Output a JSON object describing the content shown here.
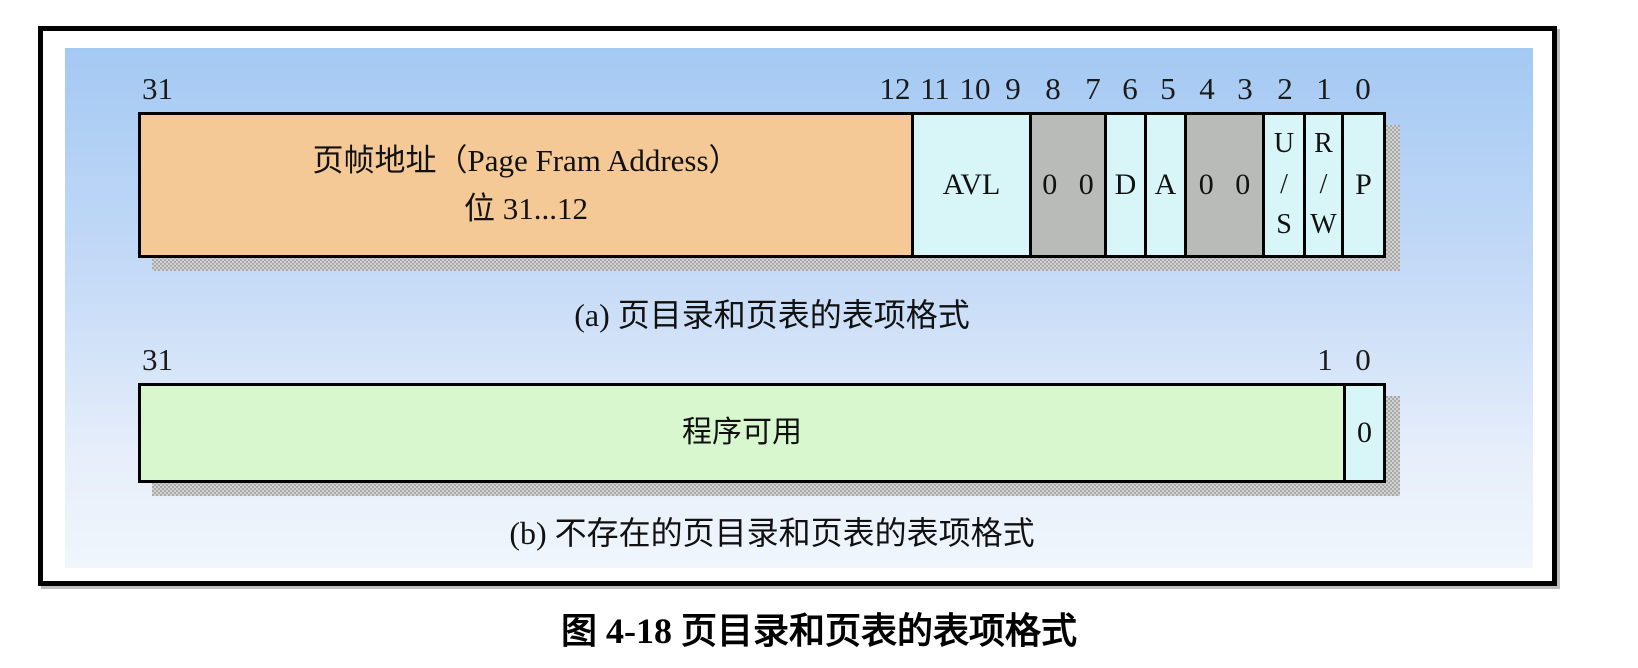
{
  "figure_title": "图 4-18 页目录和页表的表项格式",
  "colors": {
    "gradient_top": "#A4C9F3",
    "gradient_bottom": "#F0F6FC",
    "field_orange": "#F4C996",
    "field_cyan": "#D8F6F8",
    "field_gray": "#B9BBB9",
    "field_green": "#D9F7CE",
    "shadow_gray": "#BDBDBD",
    "border_black": "#000000"
  },
  "panel_a": {
    "caption": "(a) 页目录和页表的表项格式",
    "bit_labels": [
      "31",
      "12",
      "11",
      "10",
      "9",
      "8",
      "7",
      "6",
      "5",
      "4",
      "3",
      "2",
      "1",
      "0"
    ],
    "fields": [
      {
        "name": "page-frame-address",
        "bits": "31-12",
        "label": "页帧地址（Page Fram Address）\n位 31...12"
      },
      {
        "name": "avl",
        "bits": "11-9",
        "label": "AVL"
      },
      {
        "name": "reserved-8-7",
        "bits": "8-7",
        "label": "0 0"
      },
      {
        "name": "dirty",
        "bits": "6",
        "label": "D"
      },
      {
        "name": "accessed",
        "bits": "5",
        "label": "A"
      },
      {
        "name": "reserved-4-3",
        "bits": "4-3",
        "label": "0 0"
      },
      {
        "name": "user-supervisor",
        "bits": "2",
        "label": "U\n/\nS"
      },
      {
        "name": "read-write",
        "bits": "1",
        "label": "R\n/\nW"
      },
      {
        "name": "present",
        "bits": "0",
        "label": "P"
      }
    ]
  },
  "panel_b": {
    "caption": "(b) 不存在的页目录和页表的表项格式",
    "bit_labels": [
      "31",
      "1",
      "0"
    ],
    "fields": [
      {
        "name": "program-available",
        "bits": "31-1",
        "label": "程序可用"
      },
      {
        "name": "present-zero",
        "bits": "0",
        "label": "0"
      }
    ]
  }
}
